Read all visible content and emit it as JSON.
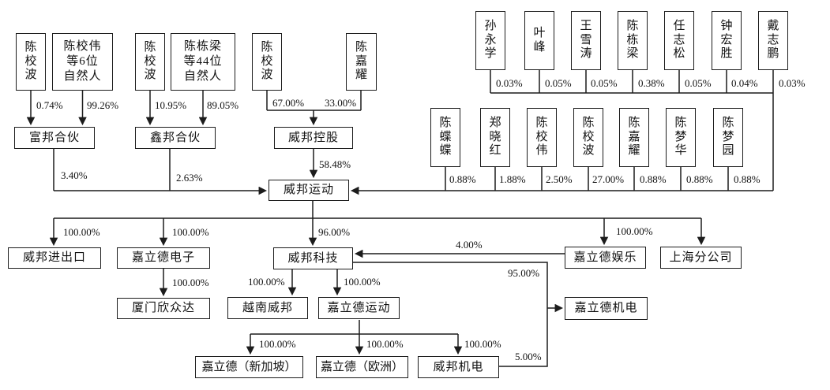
{
  "diagram": {
    "type": "equity-ownership-structure-flowchart",
    "background_color": "#ffffff",
    "line_color": "#1c1c1c",
    "box_border_color": "#1c1c1c",
    "text_color": "#111111"
  },
  "nodes": {
    "chen_xiaobo_a": {
      "label": "陈校波"
    },
    "chen_xiaowei_group": {
      "label": "陈校伟\n等6位\n自然人"
    },
    "fubang": {
      "label": "富邦合伙"
    },
    "chen_xiaobo_b": {
      "label": "陈校波"
    },
    "chen_dongliang_group": {
      "label": "陈栋梁\n等44位\n自然人"
    },
    "xinbang": {
      "label": "鑫邦合伙"
    },
    "chen_xiaobo_c": {
      "label": "陈校波"
    },
    "chen_jiayao_a": {
      "label": "陈嘉耀"
    },
    "weibang_holding": {
      "label": "威邦控股"
    },
    "weibang_sports": {
      "label": "威邦运动"
    },
    "sun_yongxue": {
      "label": "孙永学"
    },
    "ye_feng": {
      "label": "叶峰"
    },
    "wang_xuetao": {
      "label": "王雪涛"
    },
    "chen_dongliang": {
      "label": "陈栋梁"
    },
    "ren_zhisong": {
      "label": "任志松"
    },
    "zhong_hongsheng": {
      "label": "钟宏胜"
    },
    "dai_zhipeng": {
      "label": "戴志鹏"
    },
    "chen_diedie": {
      "label": "陈蝶蝶"
    },
    "zheng_xiaohong": {
      "label": "郑晓红"
    },
    "chen_xiaowei": {
      "label": "陈校伟"
    },
    "chen_xiaobo_d": {
      "label": "陈校波"
    },
    "chen_jiayao_b": {
      "label": "陈嘉耀"
    },
    "chen_menghua": {
      "label": "陈梦华"
    },
    "chen_mengyuan": {
      "label": "陈梦园"
    },
    "weibang_imexport": {
      "label": "威邦进出口"
    },
    "jialide_elec": {
      "label": "嘉立德电子"
    },
    "xiamen_xinzhongda": {
      "label": "厦门欣众达"
    },
    "weibang_tech": {
      "label": "威邦科技"
    },
    "vietnam_weibang": {
      "label": "越南威邦"
    },
    "jialide_sports": {
      "label": "嘉立德运动"
    },
    "jialide_ent": {
      "label": "嘉立德娱乐"
    },
    "shanghai_branch": {
      "label": "上海分公司"
    },
    "jialide_mech": {
      "label": "嘉立德机电"
    },
    "jialide_singapore": {
      "label": "嘉立德（新加坡）"
    },
    "jialide_europe": {
      "label": "嘉立德（欧洲）"
    },
    "weibang_mech": {
      "label": "威邦机电"
    }
  },
  "edges": {
    "a1_fubang": {
      "from": "陈校波",
      "to": "富邦合伙",
      "pct": "0.74%"
    },
    "a2_fubang": {
      "from": "陈校伟等6位自然人",
      "to": "富邦合伙",
      "pct": "99.26%"
    },
    "b1_xinbang": {
      "from": "陈校波",
      "to": "鑫邦合伙",
      "pct": "10.95%"
    },
    "b2_xinbang": {
      "from": "陈栋梁等44位自然人",
      "to": "鑫邦合伙",
      "pct": "89.05%"
    },
    "c1_holding": {
      "from": "陈校波",
      "to": "威邦控股",
      "pct": "67.00%"
    },
    "c2_holding": {
      "from": "陈嘉耀",
      "to": "威邦控股",
      "pct": "33.00%"
    },
    "holding_sports": {
      "from": "威邦控股",
      "to": "威邦运动",
      "pct": "58.48%"
    },
    "fubang_sports": {
      "from": "富邦合伙",
      "to": "威邦运动",
      "pct": "3.40%"
    },
    "xinbang_sports": {
      "from": "鑫邦合伙",
      "to": "威邦运动",
      "pct": "2.63%"
    },
    "sun_sports": {
      "from": "孙永学",
      "to": "威邦运动",
      "pct": "0.03%"
    },
    "ye_sports": {
      "from": "叶峰",
      "to": "威邦运动",
      "pct": "0.05%"
    },
    "wang_sports": {
      "from": "王雪涛",
      "to": "威邦运动",
      "pct": "0.05%"
    },
    "chendl_sports": {
      "from": "陈栋梁",
      "to": "威邦运动",
      "pct": "0.38%"
    },
    "ren_sports": {
      "from": "任志松",
      "to": "威邦运动",
      "pct": "0.05%"
    },
    "zhong_sports": {
      "from": "钟宏胜",
      "to": "威邦运动",
      "pct": "0.04%"
    },
    "dai_sports": {
      "from": "戴志鹏",
      "to": "威邦运动",
      "pct": "0.03%"
    },
    "diedie_sports": {
      "from": "陈蝶蝶",
      "to": "威邦运动",
      "pct": "0.88%"
    },
    "zheng_sports": {
      "from": "郑晓红",
      "to": "威邦运动",
      "pct": "1.88%"
    },
    "xiaowei_sports": {
      "from": "陈校伟",
      "to": "威邦运动",
      "pct": "2.50%"
    },
    "xiaobo_sports": {
      "from": "陈校波",
      "to": "威邦运动",
      "pct": "27.00%"
    },
    "jiayao_sports": {
      "from": "陈嘉耀",
      "to": "威邦运动",
      "pct": "0.88%"
    },
    "menghua_sports": {
      "from": "陈梦华",
      "to": "威邦运动",
      "pct": "0.88%"
    },
    "mengyuan_sports": {
      "from": "陈梦园",
      "to": "威邦运动",
      "pct": "0.88%"
    },
    "sports_imexport": {
      "from": "威邦运动",
      "to": "威邦进出口",
      "pct": "100.00%"
    },
    "sports_elec": {
      "from": "威邦运动",
      "to": "嘉立德电子",
      "pct": "100.00%"
    },
    "sports_tech": {
      "from": "威邦运动",
      "to": "威邦科技",
      "pct": "96.00%"
    },
    "sports_ent": {
      "from": "威邦运动",
      "to": "嘉立德娱乐",
      "pct": "100.00%"
    },
    "sports_shanghai": {
      "from": "威邦运动",
      "to": "上海分公司",
      "pct": ""
    },
    "elec_xinzhongda": {
      "from": "嘉立德电子",
      "to": "厦门欣众达",
      "pct": "100.00%"
    },
    "tech_vietnam": {
      "from": "威邦科技",
      "to": "越南威邦",
      "pct": "100.00%"
    },
    "tech_jldsports": {
      "from": "威邦科技",
      "to": "嘉立德运动",
      "pct": "100.00%"
    },
    "ent_tech": {
      "from": "嘉立德娱乐",
      "to": "威邦科技",
      "pct": "4.00%"
    },
    "tech_jldmech": {
      "from": "威邦科技",
      "to": "嘉立德机电",
      "pct": "95.00%"
    },
    "wbmech_jldmech": {
      "from": "威邦机电",
      "to": "嘉立德机电",
      "pct": "5.00%"
    },
    "jlds_singapore": {
      "from": "嘉立德运动",
      "to": "嘉立德（新加坡）",
      "pct": "100.00%"
    },
    "jlds_europe": {
      "from": "嘉立德运动",
      "to": "嘉立德（欧洲）",
      "pct": "100.00%"
    },
    "jlds_wbmech": {
      "from": "嘉立德运动",
      "to": "威邦机电",
      "pct": "100.00%"
    }
  }
}
